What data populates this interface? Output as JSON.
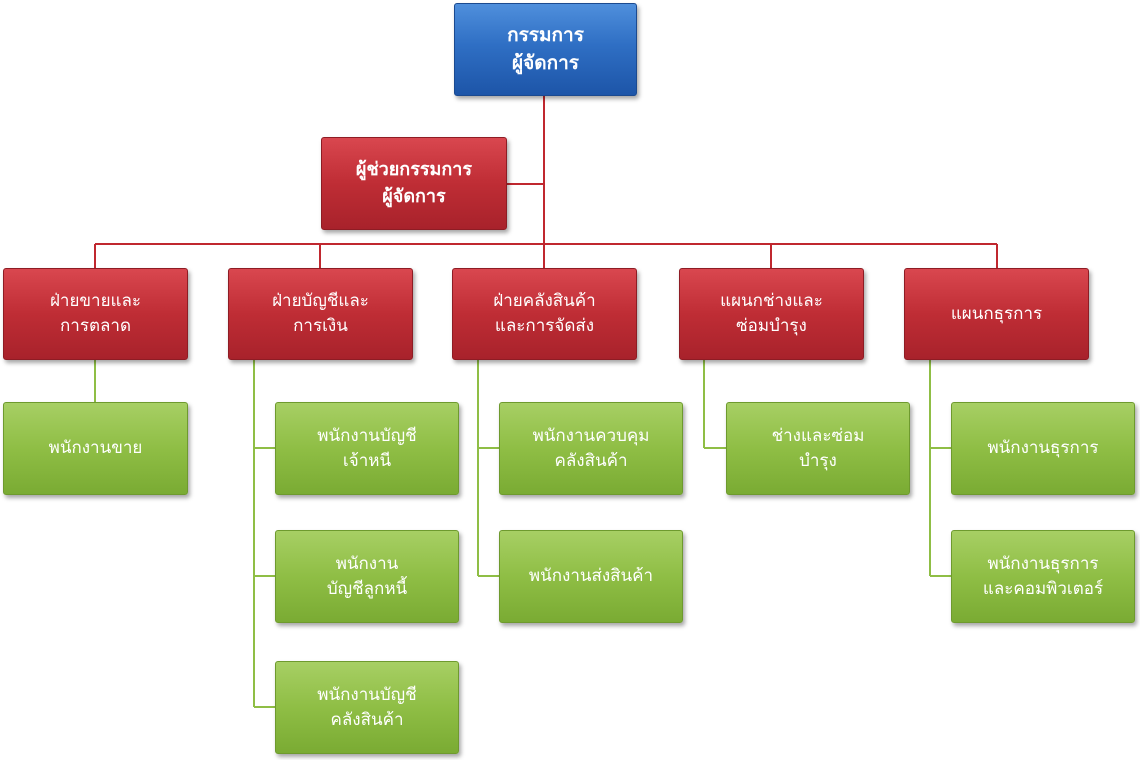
{
  "colors": {
    "top": "#2f6fc4",
    "department": "#bf2d35",
    "staff": "#8fbe45",
    "connector": "#c0282f",
    "staff_connector": "#8fbe45"
  },
  "top": {
    "label": "กรรมการ\nผู้จัดการ"
  },
  "assistant": {
    "label": "ผู้ช่วยกรรมการ\nผู้จัดการ"
  },
  "departments": [
    {
      "label": "ฝ่ายขายและ\nการตลาด",
      "staff": [
        "พนักงานขาย"
      ]
    },
    {
      "label": "ฝ่ายบัญชีและ\nการเงิน",
      "staff": [
        "พนักงานบัญชี\nเจ้าหนี",
        "พนักงาน\nบัญชีลูกหนี้",
        "พนักงานบัญชี\nคลังสินค้า"
      ]
    },
    {
      "label": "ฝ่ายคลังสินค้า\nและการจัดส่ง",
      "staff": [
        "พนักงานควบคุม\nคลังสินค้า",
        "พนักงานส่งสินค้า"
      ]
    },
    {
      "label": "แผนกช่างและ\nซ่อมบำรุง",
      "staff": [
        "ช่างและซ่อม\nบำรุง"
      ]
    },
    {
      "label": "แผนกธุรการ",
      "staff": [
        "พนักงานธุรการ",
        "พนักงานธุรการ\nและคอมพิวเตอร์"
      ]
    }
  ]
}
